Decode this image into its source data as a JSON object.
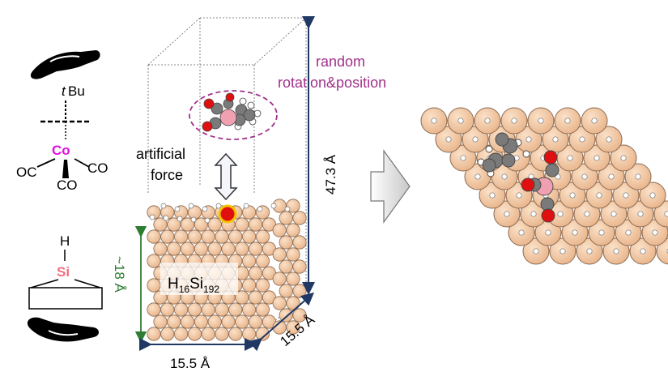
{
  "molecule": {
    "tbu_prefix": "t",
    "tbu_rest": "Bu",
    "co_center": "Co",
    "co_left": "OC",
    "co_right": "CO",
    "co_bottom": "CO"
  },
  "surface_site": {
    "h": "H",
    "si": "Si"
  },
  "cell": {
    "random_line1": "random",
    "random_line2": "rotation&position",
    "force_line1": "artificial",
    "force_line2": "force",
    "height": "47.3  Å",
    "slab_depth": "~18  Å",
    "width_bottom": "15.5  Å",
    "width_side": "15.5  Å"
  },
  "slab_formula": {
    "h": "H",
    "h_sub": "16",
    "si": "Si",
    "si_sub": "192"
  },
  "colors": {
    "si_atom": "#f2c8a2",
    "si_edge": "#8a6a52",
    "cobalt": "#f0a0b0",
    "carbon": "#7a7a7a",
    "oxygen": "#e01010",
    "magenta_text": "#a0308a",
    "green_text": "#2e7d32",
    "navy_arrow": "#1f3864"
  }
}
